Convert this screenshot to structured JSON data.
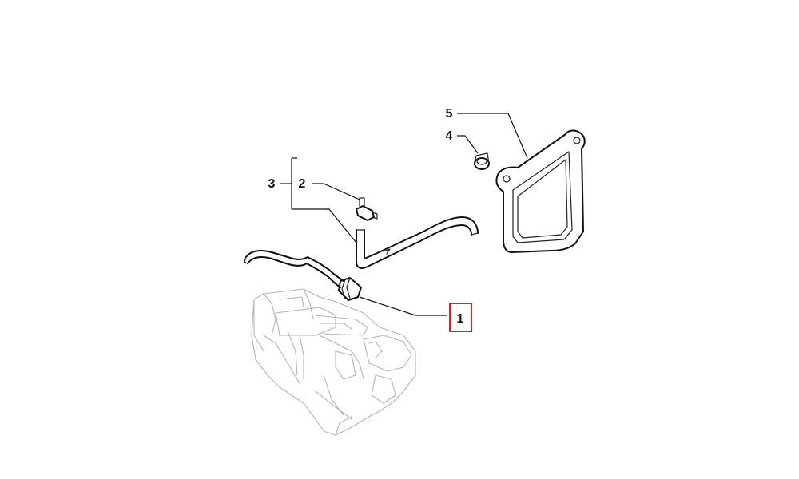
{
  "diagram": {
    "callouts": {
      "c1": "1",
      "c2": "2",
      "c3": "3",
      "c4": "4",
      "c5": "5"
    },
    "highlight_color": "#e02020",
    "line_color": "#111111",
    "ghost_color": "#b5b5b5"
  }
}
